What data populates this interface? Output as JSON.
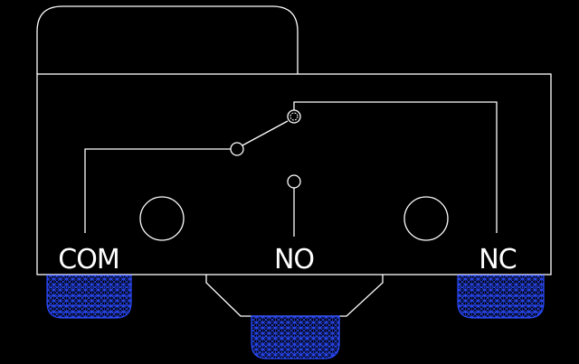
{
  "colors": {
    "background": "#000000",
    "outline": "#ffffff",
    "terminal_mesh": "#1f3bff"
  },
  "labels": {
    "com": "COM",
    "no": "NO",
    "nc": "NC"
  }
}
